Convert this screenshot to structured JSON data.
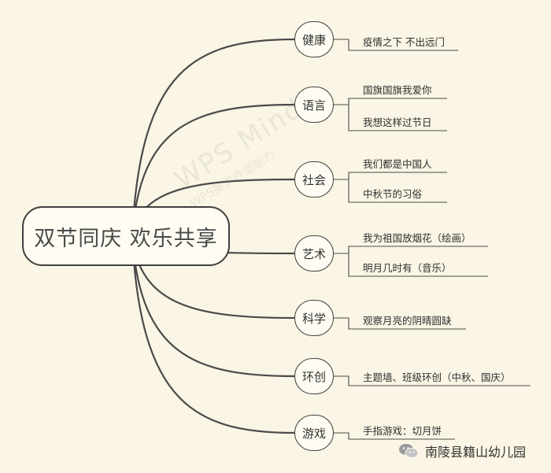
{
  "center": {
    "title": "双节同庆 欢乐共享"
  },
  "branches": [
    {
      "label": "健康",
      "leaves": [
        "疫情之下 不出远门"
      ]
    },
    {
      "label": "语言",
      "leaves": [
        "国旗国旗我爱你",
        "我想这样过节日"
      ]
    },
    {
      "label": "社会",
      "leaves": [
        "我们都是中国人",
        "中秋节的习俗"
      ]
    },
    {
      "label": "艺术",
      "leaves": [
        "我为祖国放烟花（绘画）",
        "明月几时有（音乐）"
      ]
    },
    {
      "label": "科学",
      "leaves": [
        "观察月亮的阴晴圆缺"
      ]
    },
    {
      "label": "环创",
      "leaves": [
        "主题墙、班级环创（中秋、国庆）"
      ]
    },
    {
      "label": "游戏",
      "leaves": [
        "手指游戏：切月饼"
      ]
    }
  ],
  "watermark": {
    "line1": "WPS Mind",
    "line2": "WPS提供作图能力"
  },
  "footer": {
    "account": "南陵县籍山幼儿园",
    "icon": "wechat-icon"
  },
  "colors": {
    "background": "#faf5e4",
    "line": "#4a4a4a",
    "node_fill": "#fffdf3"
  }
}
